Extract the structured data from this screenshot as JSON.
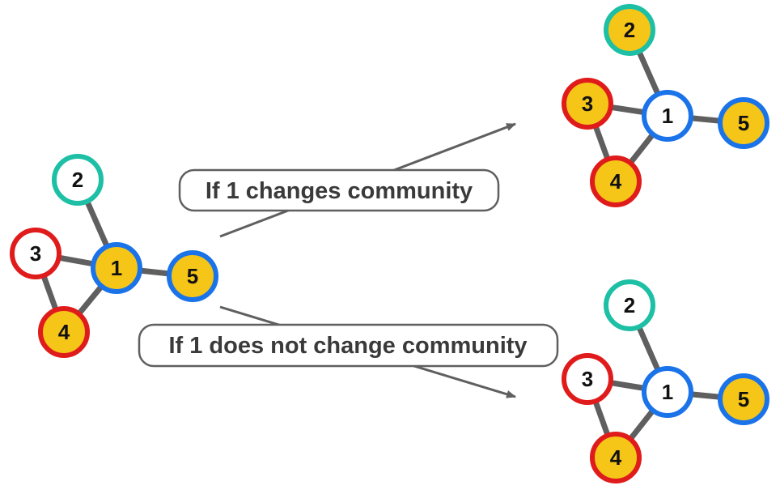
{
  "colors": {
    "fill_yellow": "#f5c518",
    "fill_white": "#ffffff",
    "ring_teal": "#1dbfa5",
    "ring_red": "#e01b1b",
    "ring_blue": "#1a73e8",
    "edge": "#5f5f5f"
  },
  "graphs": [
    {
      "id": "original",
      "nodes": [
        {
          "label": "1",
          "fill": "yellow",
          "ring": "blue"
        },
        {
          "label": "2",
          "fill": "white",
          "ring": "teal"
        },
        {
          "label": "3",
          "fill": "white",
          "ring": "red"
        },
        {
          "label": "4",
          "fill": "yellow",
          "ring": "red"
        },
        {
          "label": "5",
          "fill": "yellow",
          "ring": "blue"
        }
      ],
      "edges": [
        [
          "1",
          "2"
        ],
        [
          "1",
          "3"
        ],
        [
          "1",
          "4"
        ],
        [
          "1",
          "5"
        ],
        [
          "3",
          "4"
        ]
      ]
    },
    {
      "id": "changes-community",
      "nodes": [
        {
          "label": "1",
          "fill": "white",
          "ring": "blue"
        },
        {
          "label": "2",
          "fill": "yellow",
          "ring": "teal"
        },
        {
          "label": "3",
          "fill": "yellow",
          "ring": "red"
        },
        {
          "label": "4",
          "fill": "yellow",
          "ring": "red"
        },
        {
          "label": "5",
          "fill": "yellow",
          "ring": "blue"
        }
      ],
      "edges": [
        [
          "1",
          "2"
        ],
        [
          "1",
          "3"
        ],
        [
          "1",
          "4"
        ],
        [
          "1",
          "5"
        ],
        [
          "3",
          "4"
        ]
      ]
    },
    {
      "id": "does-not-change-community",
      "nodes": [
        {
          "label": "1",
          "fill": "white",
          "ring": "blue"
        },
        {
          "label": "2",
          "fill": "white",
          "ring": "teal"
        },
        {
          "label": "3",
          "fill": "white",
          "ring": "red"
        },
        {
          "label": "4",
          "fill": "yellow",
          "ring": "red"
        },
        {
          "label": "5",
          "fill": "yellow",
          "ring": "blue"
        }
      ],
      "edges": [
        [
          "1",
          "2"
        ],
        [
          "1",
          "3"
        ],
        [
          "1",
          "4"
        ],
        [
          "1",
          "5"
        ],
        [
          "3",
          "4"
        ]
      ]
    }
  ],
  "labels": {
    "changes": "If 1 changes community",
    "no_change": "If 1 does not change community"
  }
}
